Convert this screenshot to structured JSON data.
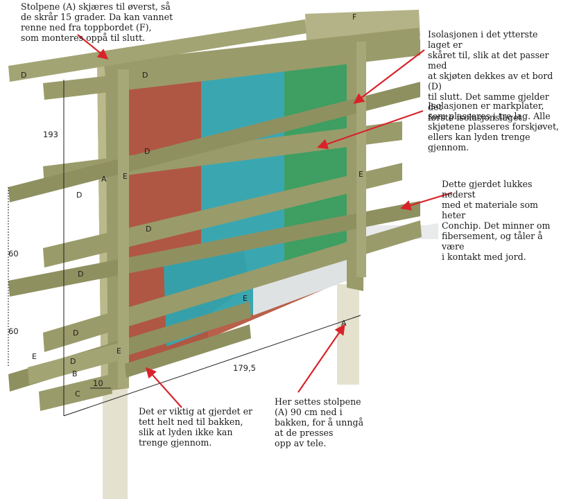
{
  "annotations": {
    "top_left": "Stolpene (A) skjæres til øverst, så\nde skrår 15 grader. Da kan vannet\nrenne ned fra toppbordet (F),\nsom monteres oppå til slutt.",
    "top_right": "Isolasjonen i det ytterste laget er\nskåret til, slik at det passer med\nat skjøten dekkes av et bord (D)\ntil slutt. Det samme gjelder det\nførste isolasjonslaget.",
    "mid_right": "Isolasjonen er markplater,\nsom plasseres i tre lag. Alle\nskjøtene plasseres forskjøvet,\nellers kan lyden trenge gjennom.",
    "lower_right": "Dette gjerdet lukkes nederst\nmed et materiale som heter\nConchip. Det minner om\nfibersement, og tåler å være\ni kontakt med jord.",
    "bottom_left": "Det er viktig at gjerdet er\ntett helt ned til bakken,\nslik at lyden ikke kan\ntrenge gjennom.",
    "bottom_center": "Her settes stolpene\n(A) 90 cm ned i\nbakken, for å unngå\nat de presses\nopp av tele."
  },
  "part_labels": {
    "A": "A",
    "B": "B",
    "C": "C",
    "D": "D",
    "E": "E",
    "F": "F"
  },
  "dimensions": {
    "height": "193",
    "spacing_upper": "60",
    "spacing_lower": "60",
    "width": "179,5",
    "thickness": "10"
  },
  "colors": {
    "wood": "#9a9b6a",
    "wood_dark": "#6f7048",
    "wood_light": "#b9b98c",
    "insulation_red": "#b8604a",
    "insulation_blue": "#3aa7b0",
    "insulation_green": "#3f9e62",
    "conchip": "#e6e9ea",
    "arrow": "#d8232a"
  }
}
